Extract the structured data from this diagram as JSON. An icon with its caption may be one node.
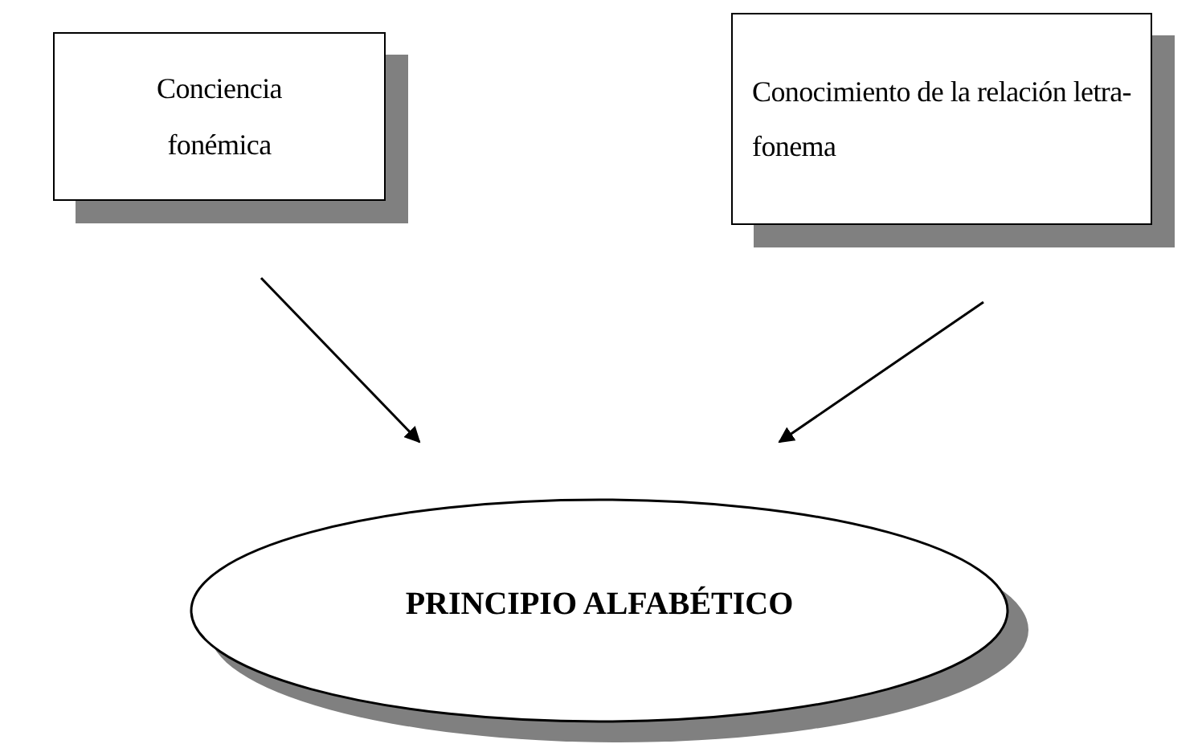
{
  "diagram": {
    "nodes": [
      {
        "text": [
          "Conciencia fonémica"
        ]
      },
      {
        "text": [
          "Conocimiento de la relación letra-fonema"
        ]
      },
      {
        "text": [
          "PRINCIPIO ALFABÉTICO"
        ]
      }
    ],
    "edges": [
      {
        "from": 0,
        "to": 2,
        "arrow": "to"
      },
      {
        "from": 1,
        "to": 2,
        "arrow": "to"
      }
    ]
  }
}
